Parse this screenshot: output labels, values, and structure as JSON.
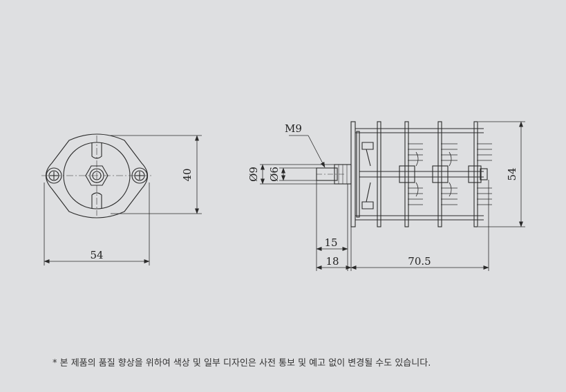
{
  "front_view": {
    "width_label": "54",
    "height_label": "40"
  },
  "side_view": {
    "thread_label": "M9",
    "outer_dia_label": "Ø9",
    "shaft_dia_label": "Ø6",
    "body_height_label": "54",
    "bushing_length_label": "15",
    "shaft_length_label": "18",
    "body_length_label": "70.5"
  },
  "footer": {
    "note": "* 본 제품의 품질 향상을 위하여 색상 및 일부 디자인은 사전 통보 및 예고 없이 변경될 수도 있습니다."
  },
  "colors": {
    "background": "#dedfe1",
    "line": "#2a2a2a"
  }
}
